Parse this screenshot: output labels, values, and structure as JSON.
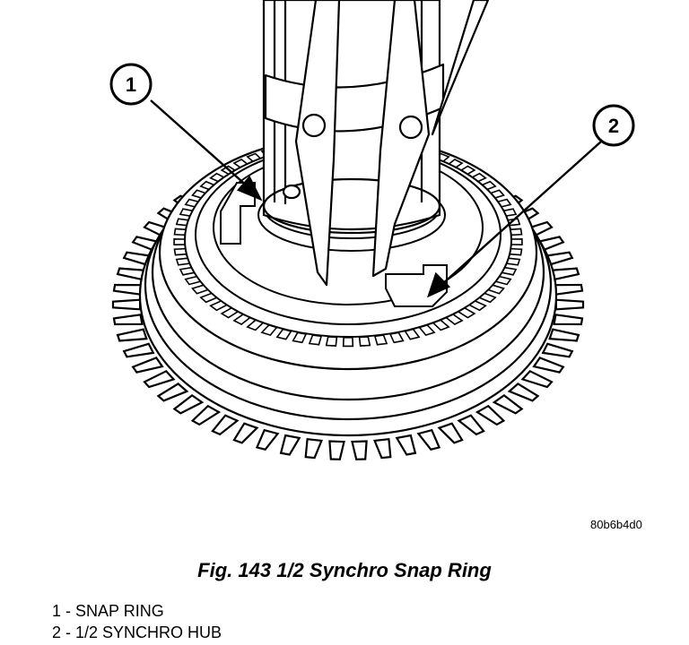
{
  "figure": {
    "image_code": "80b6b4d0",
    "caption": "Fig. 143 1/2 Synchro Snap Ring",
    "callouts": [
      {
        "number": "1",
        "label": "SNAP RING"
      },
      {
        "number": "2",
        "label": "1/2 SYNCHRO HUB"
      }
    ],
    "legend": [
      "1 - SNAP RING",
      "2 - 1/2 SYNCHRO HUB"
    ]
  }
}
